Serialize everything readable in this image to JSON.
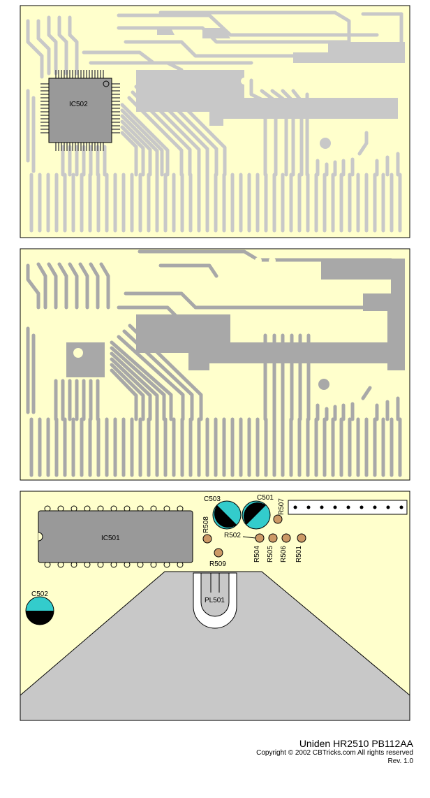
{
  "board": {
    "colors": {
      "board": "#ffffcc",
      "trace_top": "#c8c8c8",
      "trace_bottom": "#a8a8a8",
      "ic_body": "#999999",
      "resistor": "#cc9966",
      "capacitor_fill": "#33cccc",
      "outline": "#000000"
    }
  },
  "labels": {
    "ic502": "IC502",
    "ic501": "IC501",
    "c501": "C501",
    "c502": "C502",
    "c503": "C503",
    "r501": "R501",
    "r502": "R502",
    "r504": "R504",
    "r505": "R505",
    "r506": "R506",
    "r507": "R507",
    "r508": "R508",
    "r509": "R509",
    "pl501": "PL501"
  },
  "footer": {
    "title": "Uniden HR2510    PB112AA",
    "copyright": "Copyright © 2002 CBTricks.com    All rights reserved",
    "rev": "Rev. 1.0"
  }
}
